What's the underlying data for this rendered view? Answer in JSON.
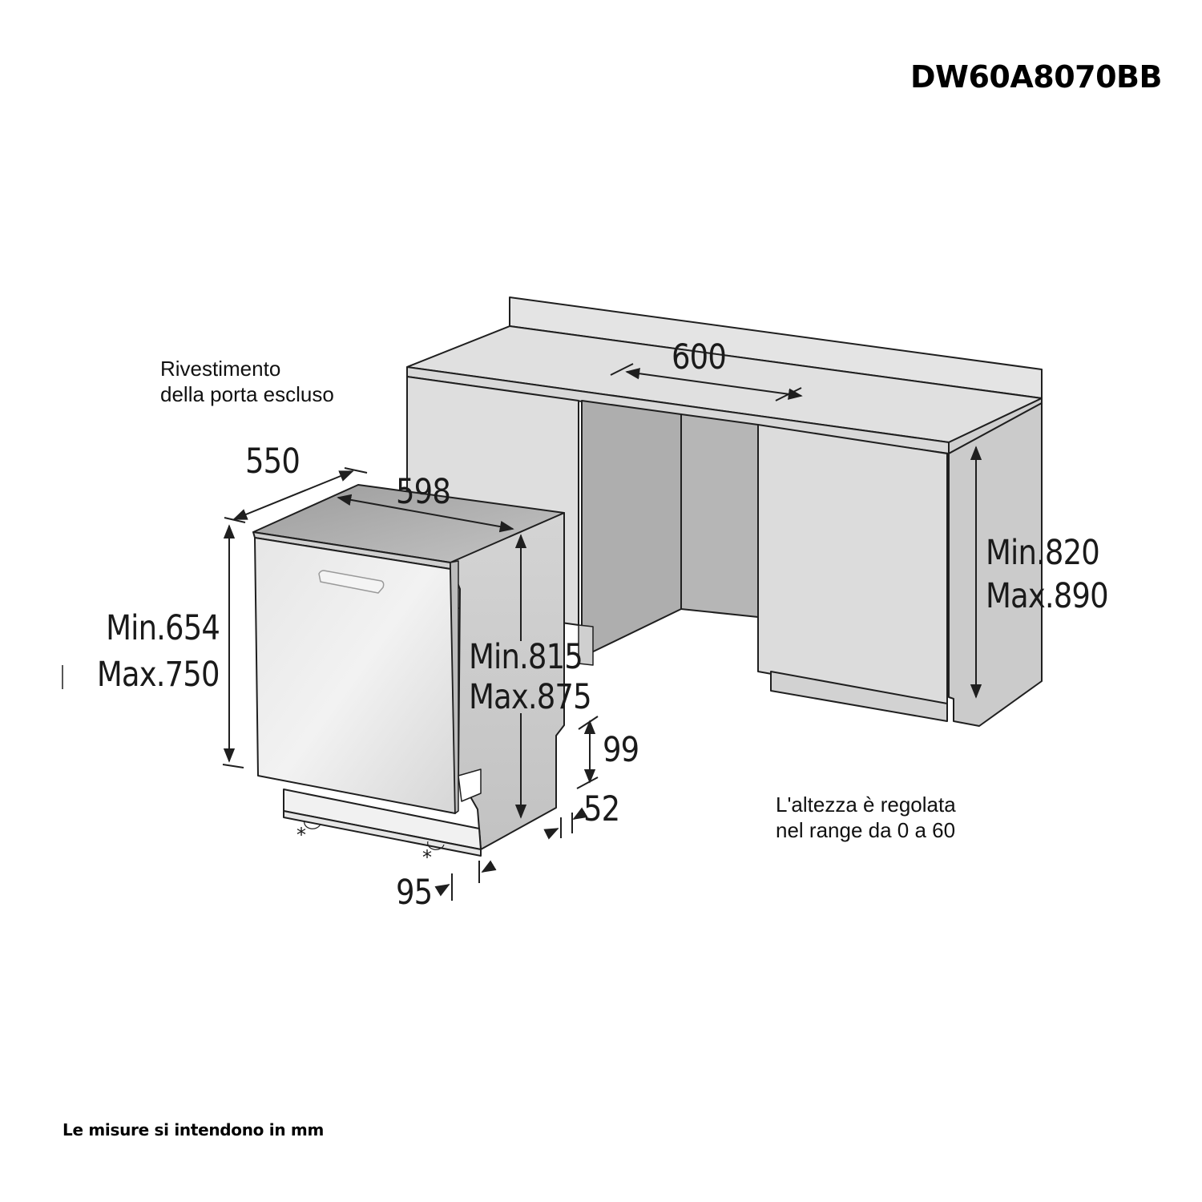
{
  "header": {
    "model_code": "DW60A8070BB"
  },
  "notes": {
    "door_panel_line1": "Rivestimento",
    "door_panel_line2": "della porta escluso",
    "height_adjust_line1": "L'altezza è regolata",
    "height_adjust_line2": "nel range da 0 a 60"
  },
  "dimensions": {
    "depth": "550",
    "width": "598",
    "niche_width": "600",
    "appliance_height_min": "Min.654",
    "appliance_height_max": "Max.750",
    "installed_height_min": "Min.815",
    "installed_height_max": "Max.875",
    "niche_height_min": "Min.820",
    "niche_height_max": "Max.890",
    "plinth_height": "99",
    "plinth_offset": "52",
    "door_offset": "95",
    "foot_marker": "*"
  },
  "footer": {
    "units_note": "Le misure si intendono in mm"
  },
  "colors": {
    "background": "#ffffff",
    "panel_light": "#e2e2e2",
    "panel_mid": "#cfcfcf",
    "panel_dark": "#a9a9a9",
    "line": "#1f1f1f"
  }
}
